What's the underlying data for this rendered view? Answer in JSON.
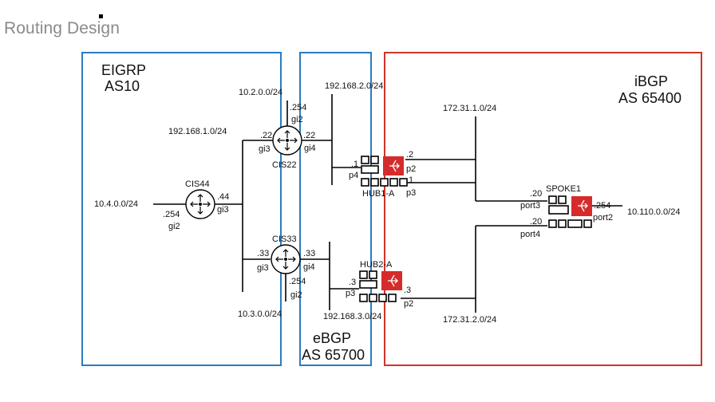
{
  "slide": {
    "title": "Routing Design"
  },
  "zones": {
    "eigrp": {
      "line1": "EIGRP",
      "line2": "AS10",
      "color": "#2b7cc0"
    },
    "ebgp": {
      "line1": "eBGP",
      "line2": "AS 65700",
      "color": "#2b7cc0"
    },
    "ibgp": {
      "line1": "iBGP",
      "line2": "AS 65400",
      "color": "#d0342c"
    }
  },
  "devices": {
    "cis44": "CIS44",
    "cis22": "CIS22",
    "cis33": "CIS33",
    "hub1": "HUB1-A",
    "hub2": "HUB2-A",
    "spoke1": "SPOKE1"
  },
  "networks": {
    "n_10_4": "10.4.0.0/24",
    "n_192_168_1": "192.168.1.0/24",
    "n_10_2": "10.2.0.0/24",
    "n_10_3": "10.3.0.0/24",
    "n_192_168_2": "192.168.2.0/24",
    "n_192_168_3": "192.168.3.0/24",
    "n_172_31_1": "172.31.1.0/24",
    "n_172_31_2": "172.31.2.0/24",
    "n_10_110": "10.110.0.0/24"
  },
  "interfaces": {
    "cis44_254": ".254",
    "cis44_gi2": "gi2",
    "cis44_44": ".44",
    "cis44_gi3": "gi3",
    "cis22_254": ".254",
    "cis22_gi2": "gi2",
    "cis22_22a": ".22",
    "cis22_gi3": "gi3",
    "cis22_22b": ".22",
    "cis22_gi4": "gi4",
    "cis33_33a": ".33",
    "cis33_gi3": "gi3",
    "cis33_33b": ".33",
    "cis33_gi4": "gi4",
    "cis33_254": ".254",
    "cis33_gi2": "gi2",
    "hub1_1a": ".1",
    "hub1_p4": "p4",
    "hub1_2": ".2",
    "hub1_p2": "p2",
    "hub1_1b": ".1",
    "hub1_p3": "p3",
    "hub2_3a": ".3",
    "hub2_p3": "p3",
    "hub2_3b": ".3",
    "hub2_p2": "p2",
    "spoke_20a": ".20",
    "spoke_port3": "port3",
    "spoke_20b": ".20",
    "spoke_port4": "port4",
    "spoke_254": ".254",
    "spoke_port2": "port2"
  }
}
